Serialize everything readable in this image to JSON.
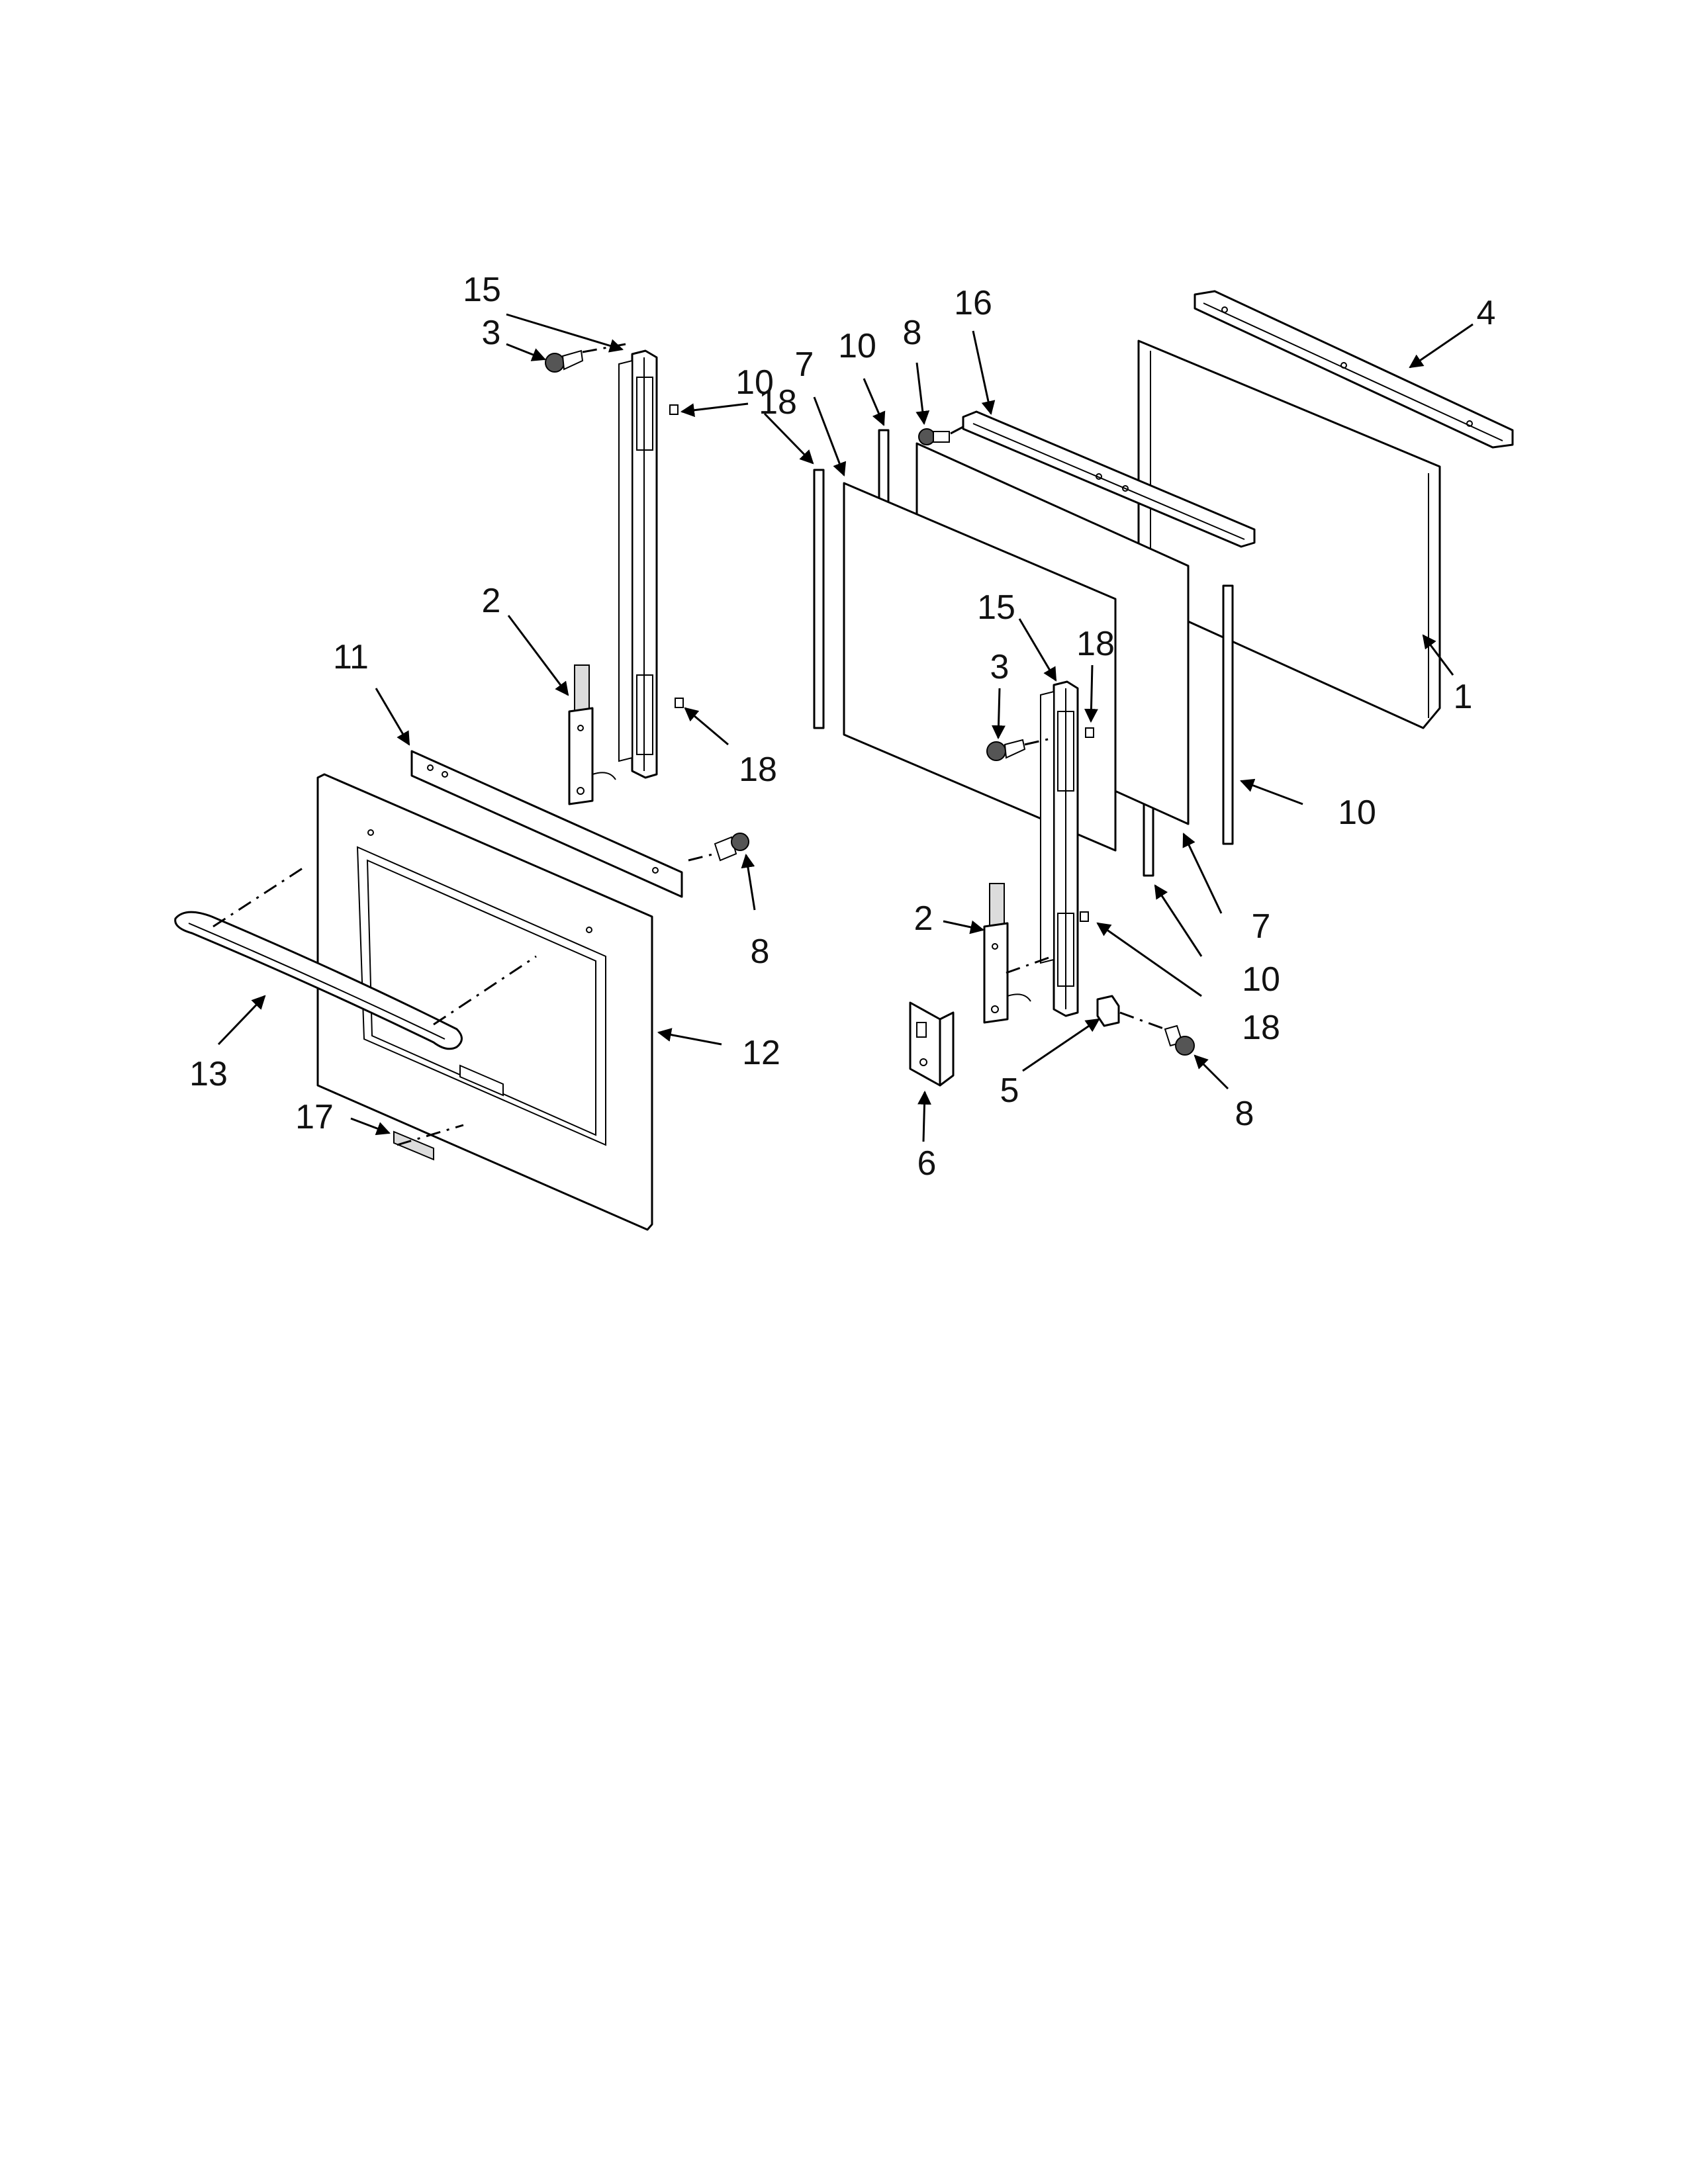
{
  "callouts": {
    "c1": "1",
    "c2a": "2",
    "c2b": "2",
    "c3a": "3",
    "c3b": "3",
    "c4": "4",
    "c5": "5",
    "c6": "6",
    "c7a": "7",
    "c7b": "7",
    "c8a": "8",
    "c8b": "8",
    "c8c": "8",
    "c10a": "10",
    "c10b": "10",
    "c10c": "10",
    "c10d": "10",
    "c11": "11",
    "c12": "12",
    "c13": "13",
    "c15a": "15",
    "c15b": "15",
    "c16": "16",
    "c17": "17",
    "c18a": "18",
    "c18b": "18",
    "c18c": "18",
    "c18d": "18"
  }
}
